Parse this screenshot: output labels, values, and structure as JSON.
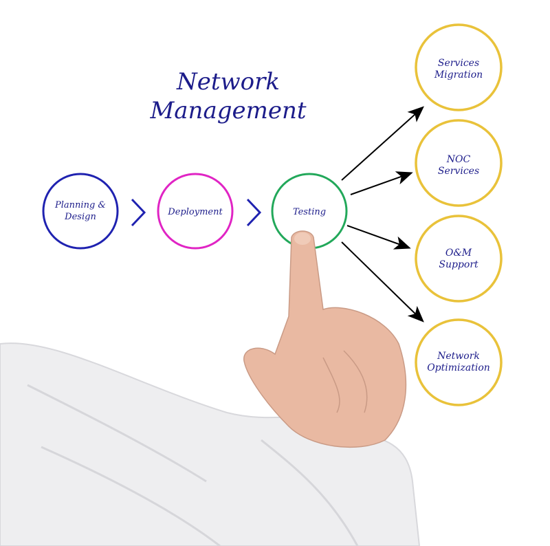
{
  "title": {
    "line1": "Network",
    "line2": "Management"
  },
  "process": [
    {
      "line1": "Planning &",
      "line2": "Design",
      "color": "#1f22b0"
    },
    {
      "line1": "Deployment",
      "line2": "",
      "color": "#e024c4"
    },
    {
      "line1": "Testing",
      "line2": "",
      "color": "#22a85a"
    }
  ],
  "outcomes": [
    {
      "line1": "Services",
      "line2": "Migration"
    },
    {
      "line1": "NOC",
      "line2": "Services"
    },
    {
      "line1": "O&M",
      "line2": "Support"
    },
    {
      "line1": "Network",
      "line2": "Optimization"
    }
  ],
  "colors": {
    "outcome": "#e9c23a",
    "text": "#1c1c8a",
    "arrow": "#000000",
    "skin": "#e9b9a2",
    "sleeve": "#f2f2f4"
  }
}
